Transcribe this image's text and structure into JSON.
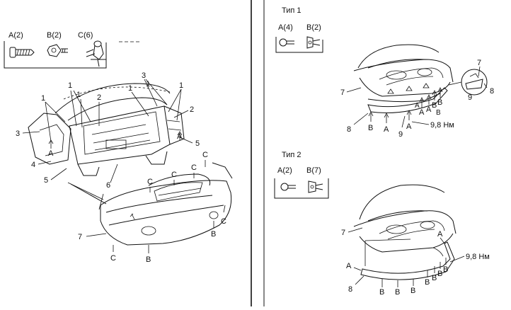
{
  "left": {
    "legend": {
      "a": "A(2)",
      "b": "B(2)",
      "c": "C(6)"
    },
    "callouts": [
      "1",
      "1",
      "1",
      "1",
      "1",
      "2",
      "3",
      "1",
      "3",
      "2",
      "4",
      "5",
      "5",
      "6",
      "7"
    ],
    "letters": [
      "A",
      "A",
      "C",
      "C",
      "C",
      "C",
      "C",
      "C",
      "B",
      "B"
    ]
  },
  "right": {
    "type1": {
      "title": "Тип 1",
      "legend": {
        "a": "A(4)",
        "b": "B(2)"
      },
      "callouts": [
        "7",
        "7",
        "8",
        "8",
        "9",
        "9"
      ],
      "torque": "9,8 Нм",
      "letters": [
        "A",
        "A",
        "A",
        "A",
        "B",
        "B",
        "B",
        "A",
        "B"
      ]
    },
    "type2": {
      "title": "Тип 2",
      "legend": {
        "a": "A(2)",
        "b": "B(7)"
      },
      "callouts": [
        "7",
        "8"
      ],
      "torque": "9,8 Нм",
      "letters": [
        "A",
        "A",
        "B",
        "B",
        "B",
        "B",
        "B",
        "B",
        "B"
      ]
    }
  }
}
